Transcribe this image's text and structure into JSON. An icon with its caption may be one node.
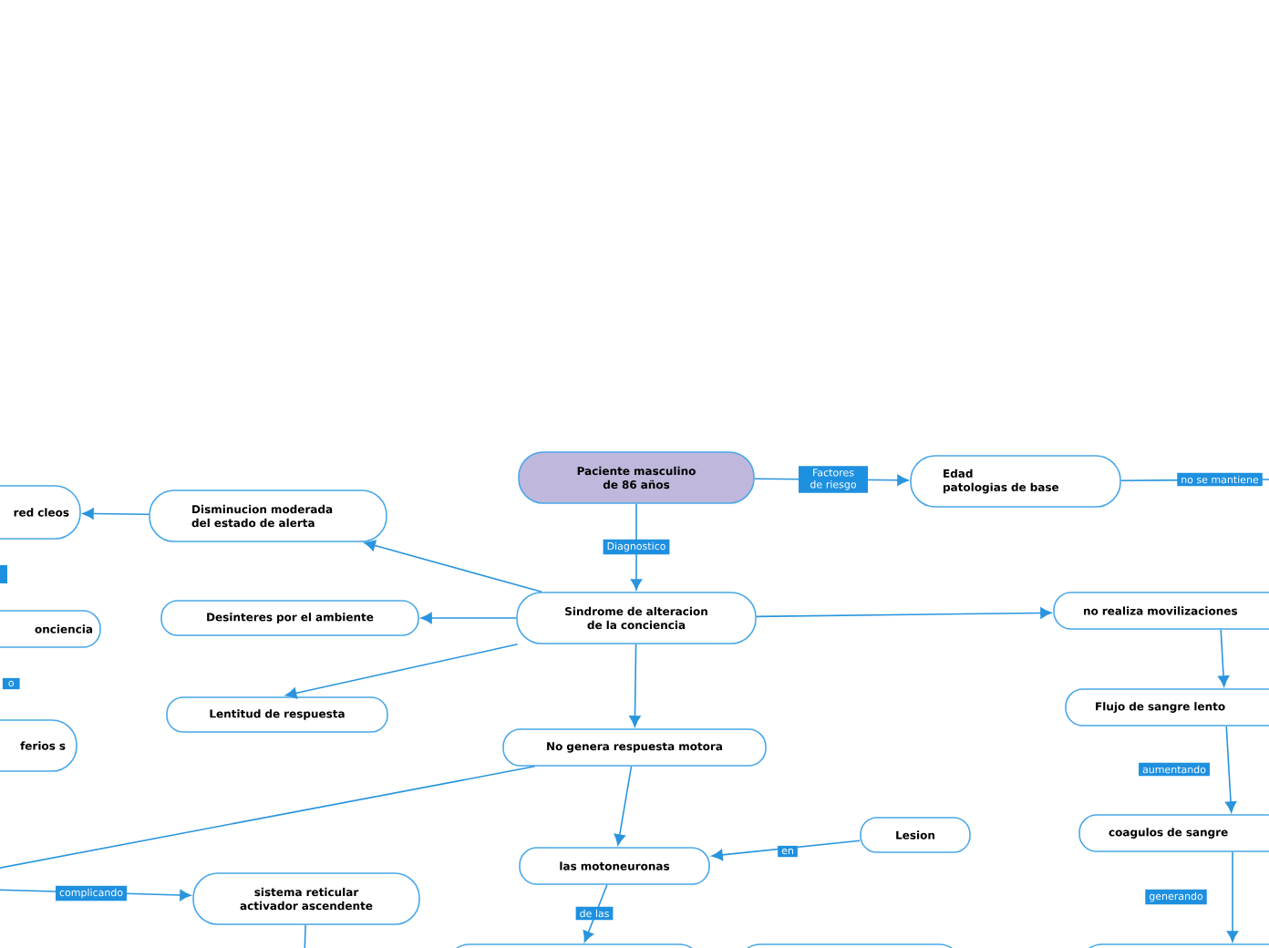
{
  "diagram": {
    "nodes": [
      {
        "text": [
          "Paciente masculino de 86 años"
        ]
      },
      {
        "text": [
          "Edad",
          "patologias de base"
        ]
      },
      {
        "text": [
          "Sindrome de alteracion de la conciencia"
        ]
      },
      {
        "text": [
          "Disminucion moderada del estado de alerta"
        ]
      },
      {
        "text": [
          "Desinteres por el ambiente"
        ]
      },
      {
        "text": [
          "Lentitud de respuesta"
        ]
      },
      {
        "text": [
          "red cleos"
        ]
      },
      {
        "text": [
          "onciencia"
        ]
      },
      {
        "text": [
          "ferios s"
        ]
      },
      {
        "text": [
          "No genera respuesta motora"
        ]
      },
      {
        "text": [
          "las motoneuronas"
        ]
      },
      {
        "text": [
          "Lesion"
        ]
      },
      {
        "text": [
          "sistema reticular activador ascendente"
        ]
      },
      {
        "text": [
          "no realiza movilizaciones"
        ]
      },
      {
        "text": [
          "Flujo de sangre lento"
        ]
      },
      {
        "text": [
          "coagulos de sangre"
        ]
      },
      {
        "text": [],
        "shape": "box"
      },
      {
        "text": [],
        "shape": "box"
      },
      {
        "text": [],
        "shape": "box"
      }
    ],
    "edges": [
      {
        "from": 0,
        "to": 2,
        "arrow": "to",
        "label": "Diagnostico"
      },
      {
        "from": 0,
        "to": 1,
        "arrow": "to",
        "label": "Factores de riesgo"
      },
      {
        "from": 1,
        "to": null,
        "arrow": "none",
        "label": "no se mantiene"
      },
      {
        "from": 2,
        "to": 3,
        "arrow": "to"
      },
      {
        "from": 2,
        "to": 4,
        "arrow": "to"
      },
      {
        "from": 2,
        "to": 5,
        "arrow": "to"
      },
      {
        "from": 2,
        "to": 9,
        "arrow": "to"
      },
      {
        "from": 2,
        "to": 13,
        "arrow": "to"
      },
      {
        "from": 3,
        "to": 6,
        "arrow": "to"
      },
      {
        "from": 9,
        "to": null,
        "arrow": "none"
      },
      {
        "from": null,
        "to": 12,
        "arrow": "to",
        "label": "complicando"
      },
      {
        "from": 9,
        "to": 10,
        "arrow": "to"
      },
      {
        "from": 11,
        "to": 10,
        "arrow": "to",
        "label": "en"
      },
      {
        "from": 10,
        "to": 16,
        "arrow": "to",
        "label": "de las"
      },
      {
        "from": 12,
        "to": null,
        "arrow": "none"
      },
      {
        "from": 13,
        "to": 14,
        "arrow": "to"
      },
      {
        "from": 14,
        "to": 15,
        "arrow": "to",
        "label": "aumentando"
      },
      {
        "from": 15,
        "to": 18,
        "arrow": "to",
        "label": "generando"
      }
    ],
    "labels": [
      "o"
    ]
  }
}
